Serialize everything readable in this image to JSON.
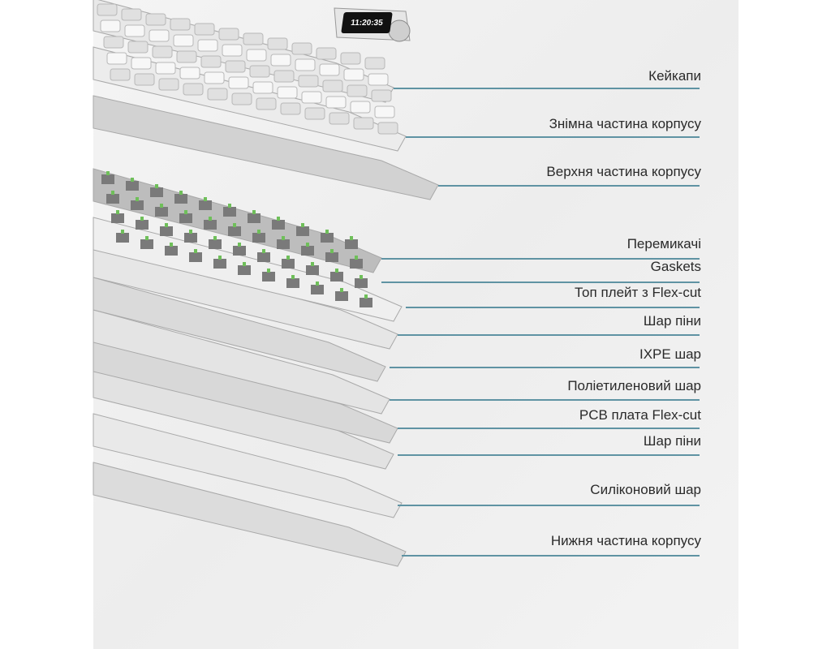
{
  "display": {
    "time": "11:20:35"
  },
  "labels": [
    "Кейкапи",
    "Знімна частина корпусу",
    "Верхня частина корпусу",
    "Перемикачі",
    "Gaskets",
    "Топ плейт з Flex-cut",
    "Шар піни",
    "IXPE шар",
    "Поліетиленовий шар",
    "PCB плата Flex-cut",
    "Шар піни",
    "Силіконовий шар",
    "Нижня частина корпусу"
  ],
  "colors": {
    "leader_line": "#5f93a3",
    "switch_stem": "#6fbf5a",
    "text": "#2a2a2a"
  }
}
